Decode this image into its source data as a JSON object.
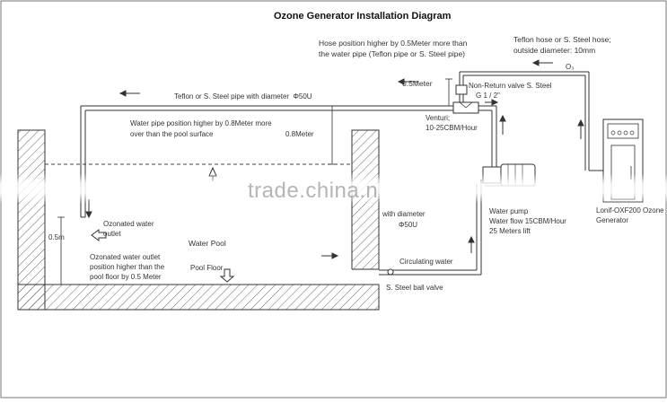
{
  "title": "Ozone Generator Installation Diagram",
  "labels": {
    "hose_note_1": "Hose position higher by 0.5Meter more than",
    "hose_note_2": "the water pipe (Teflon pipe or S. Steel pipe)",
    "teflon_hose_1": "Teflon hose or S. Steel hose;",
    "teflon_hose_2": "outside diameter: 10mm",
    "o3": "O₃",
    "half_meter": "0.5Meter",
    "non_return": "Non-Return valve S. Steel",
    "g_half": "G 1 / 2\"",
    "teflon_pipe": "Teflon or S. Steel pipe with diameter  Φ50U",
    "water_pipe_1": "Water pipe position higher by 0.8Meter more",
    "water_pipe_2": "over than the pool surface",
    "point_eight": "0.8Meter",
    "venturi_1": "Venturi;",
    "venturi_2": "10-25CBM/Hour",
    "generator_1": "Lonif-OXF200 Ozone",
    "generator_2": "Generator",
    "with_diameter": "with diameter",
    "phi50": "Φ50U",
    "water_pump_1": "Water pump",
    "water_pump_2": "Water flow 15CBM/Hour",
    "water_pump_3": "25 Meters lift",
    "ozonated_1": "Ozonated water",
    "ozonated_2": "outlet",
    "water_pool": "Water Pool",
    "half_m": "0.5m",
    "outlet_pos_1": "Ozonated water outlet",
    "outlet_pos_2": "position higher than the",
    "outlet_pos_3": "pool floor by 0.5 Meter",
    "pool_floor": "Pool Floor",
    "circulating": "Circulating water",
    "ball_valve": "S. Steel ball valve"
  },
  "watermark": "trade.china.n",
  "colors": {
    "line": "#333333",
    "hatch": "#555555",
    "water": "#444444",
    "watermark": "#8a8a8a"
  }
}
